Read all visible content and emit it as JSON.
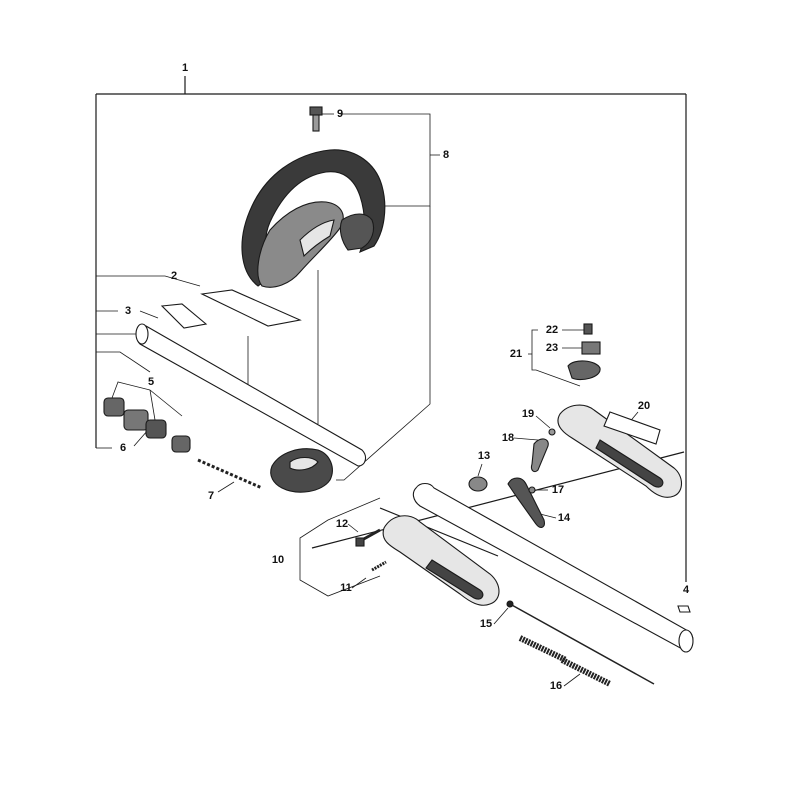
{
  "callouts": {
    "c1": "1",
    "c2": "2",
    "c3": "3",
    "c4": "4",
    "c5": "5",
    "c6": "6",
    "c7": "7",
    "c8": "8",
    "c9": "9",
    "c10": "10",
    "c11": "11",
    "c12": "12",
    "c13": "13",
    "c14": "14",
    "c15": "15",
    "c16": "16",
    "c17": "17",
    "c18": "18",
    "c19": "19",
    "c20": "20",
    "c21": "21",
    "c22": "22",
    "c23": "23"
  },
  "colors": {
    "line": "#1a1a1a",
    "part_dark": "#3a3a3a",
    "part_mid": "#8a8a8a",
    "part_light": "#e6e6e6",
    "background": "#ffffff"
  }
}
